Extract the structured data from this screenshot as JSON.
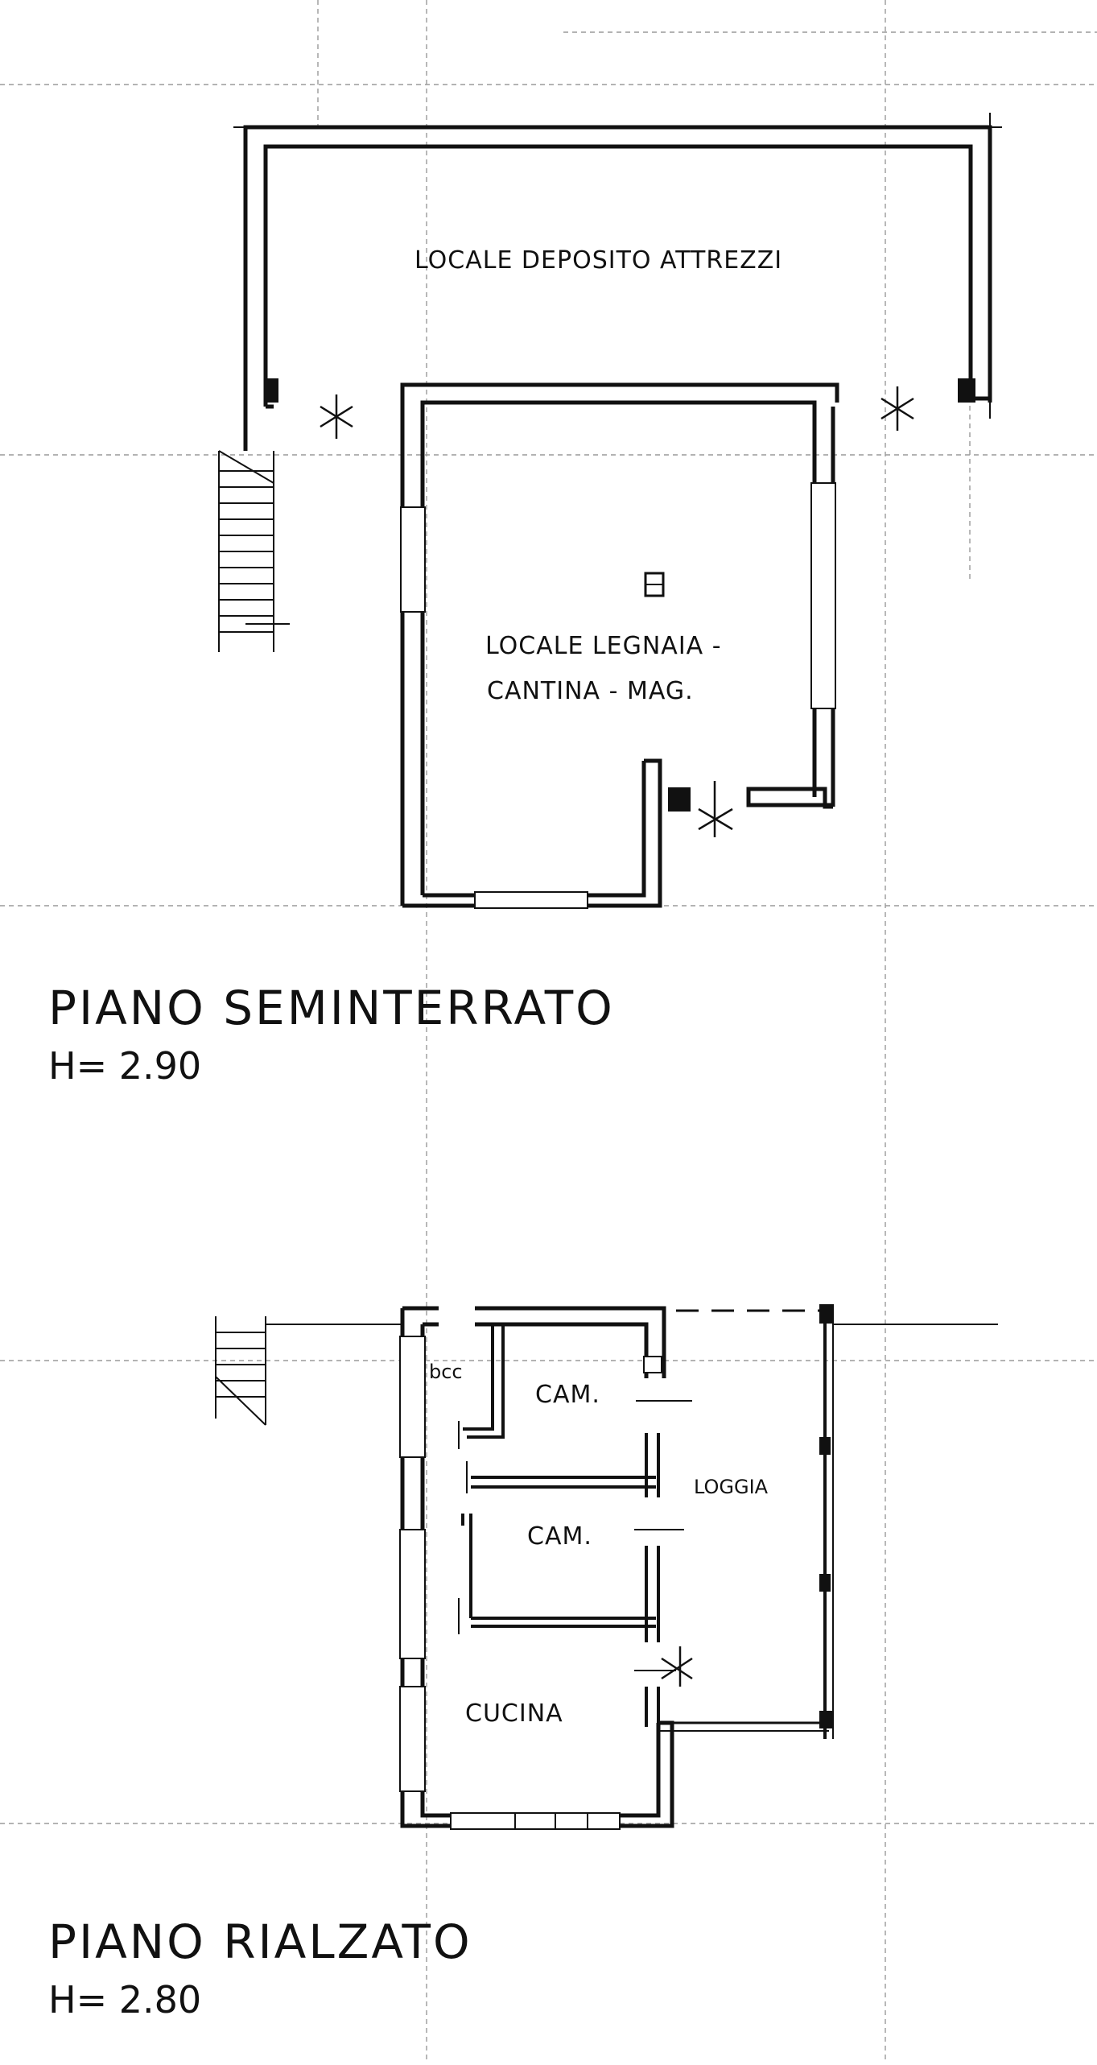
{
  "drawing": {
    "ink_color": "#111111",
    "guide_color": "#9a9a9a",
    "background": "#ffffff"
  },
  "basement": {
    "title": "PIANO SEMINTERRATO",
    "height": "H= 2.90",
    "rooms": {
      "storage": "LOCALE DEPOSITO ATTREZZI",
      "woodshed_line1": "LOCALE LEGNAIA -",
      "woodshed_line2": "CANTINA - MAG."
    }
  },
  "ground": {
    "title": "PIANO RIALZATO",
    "height": "H= 2.80",
    "rooms": {
      "bath": "bcc",
      "bedroom1": "CAM.",
      "bedroom2": "CAM.",
      "loggia": "LOGGIA",
      "kitchen": "CUCINA"
    }
  }
}
